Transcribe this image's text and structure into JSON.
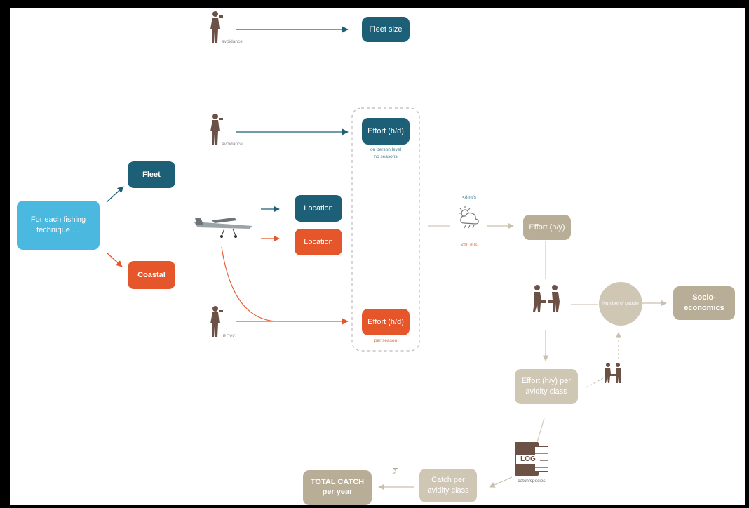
{
  "nodes": {
    "fleet_size": "Fleet size",
    "effort_hd_top": "Effort (h/d)",
    "effort_top_caption_1": "on person level",
    "effort_top_caption_2": "no seasons",
    "fleet": "Fleet",
    "coastal": "Coastal",
    "for_each": "For each fishing technique …",
    "location_teal": "Location",
    "location_orange": "Location",
    "effort_hd_orange": "Effort (h/d)",
    "effort_orange_caption": "per season",
    "weather_top": "<8 m/s",
    "weather_bottom": "<10 m/s",
    "effort_hy": "Effort (h/y)",
    "number_of_people": "Number of people",
    "socio": "Socio-economics",
    "effort_avidity": "Effort (h/y) per avidity class",
    "log": "LOG",
    "log_caption": "catch/species",
    "catch_avidity": "Catch per avidity class",
    "sigma": "Σ",
    "total_catch_1": "TOTAL CATCH",
    "total_catch_2": "per year",
    "person_caption_1": "avoidance",
    "person_caption_2": "avoidance",
    "person_caption_3": "RDVC"
  },
  "colors": {
    "teal": "#1d5f76",
    "sky": "#4ab8df",
    "orange": "#e5562b",
    "tan": "#b8ad97",
    "person": "#6b5146"
  }
}
